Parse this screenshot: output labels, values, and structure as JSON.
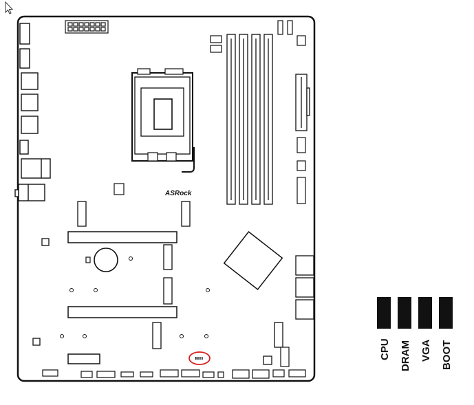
{
  "diagram": {
    "brand_label": "ASRock",
    "led_labels": [
      "CPU",
      "DRAM",
      "VGA",
      "BOOT"
    ],
    "highlight_color": "#d81e1e",
    "led_color": "#111111",
    "cursor_icon": "mouse-pointer-icon"
  }
}
